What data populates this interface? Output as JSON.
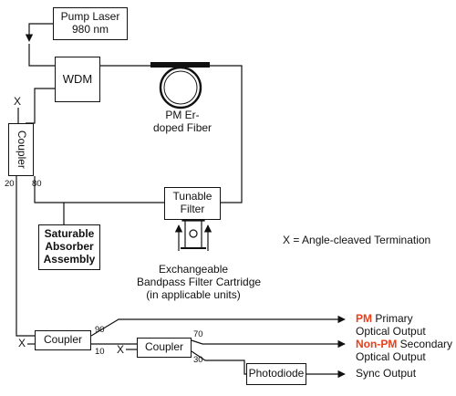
{
  "components": {
    "pump_laser": [
      "Pump Laser",
      "980 nm"
    ],
    "wdm": "WDM",
    "pm_fiber": [
      "PM Er-",
      "doped Fiber"
    ],
    "coupler_left": "Coupler",
    "tunable_filter": [
      "Tunable",
      "Filter"
    ],
    "saturable_absorber": [
      "Saturable",
      "Absorber",
      "Assembly"
    ],
    "filter_cartridge": [
      "Exchangeable",
      "Bandpass Filter Cartridge",
      "(in applicable units)"
    ],
    "coupler_bottom1": "Coupler",
    "coupler_bottom2": "Coupler",
    "photodiode": "Photodiode"
  },
  "ratios": {
    "left_20": "20",
    "left_80": "80",
    "c1_90": "90",
    "c1_10": "10",
    "c2_70": "70",
    "c2_30": "30"
  },
  "terminations": {
    "x_top": "X",
    "x_bottom1": "X",
    "x_bottom2": "X"
  },
  "legend": "X = Angle-cleaved Termination",
  "outputs": {
    "primary": {
      "highlight": "PM",
      "line1": " Primary",
      "line2": "Optical Output",
      "color": "#e8401c"
    },
    "secondary": {
      "highlight": "Non-PM",
      "line1": " Secondary",
      "line2": "Optical Output",
      "color": "#e8401c"
    },
    "sync": "Sync Output"
  }
}
